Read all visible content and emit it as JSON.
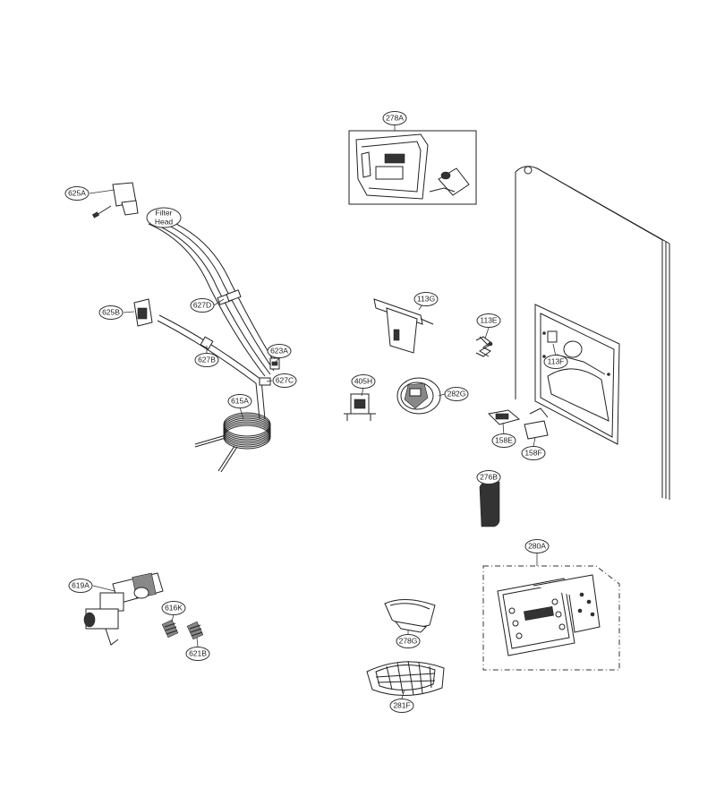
{
  "parts": [
    {
      "id": "p278a",
      "label": "278A"
    },
    {
      "id": "p625a",
      "label": "625A"
    },
    {
      "id": "p-filter-head",
      "label": "Filter Head",
      "lines": [
        "Filter",
        "Head"
      ]
    },
    {
      "id": "p113g",
      "label": "113G"
    },
    {
      "id": "p113e",
      "label": "113E"
    },
    {
      "id": "p625b",
      "label": "625B"
    },
    {
      "id": "p627d",
      "label": "627D"
    },
    {
      "id": "p623a",
      "label": "623A"
    },
    {
      "id": "p627b",
      "label": "627B"
    },
    {
      "id": "p627c",
      "label": "627C"
    },
    {
      "id": "p113f",
      "label": "113F"
    },
    {
      "id": "p405h",
      "label": "405H"
    },
    {
      "id": "p282g",
      "label": "282G"
    },
    {
      "id": "p615a",
      "label": "615A"
    },
    {
      "id": "p158e",
      "label": "158E"
    },
    {
      "id": "p158f",
      "label": "158F"
    },
    {
      "id": "p276b",
      "label": "276B"
    },
    {
      "id": "p280a",
      "label": "280A"
    },
    {
      "id": "p619a",
      "label": "619A"
    },
    {
      "id": "p616k",
      "label": "616K"
    },
    {
      "id": "p278g",
      "label": "278G"
    },
    {
      "id": "p621b",
      "label": "621B"
    },
    {
      "id": "p281f",
      "label": "281F"
    }
  ]
}
